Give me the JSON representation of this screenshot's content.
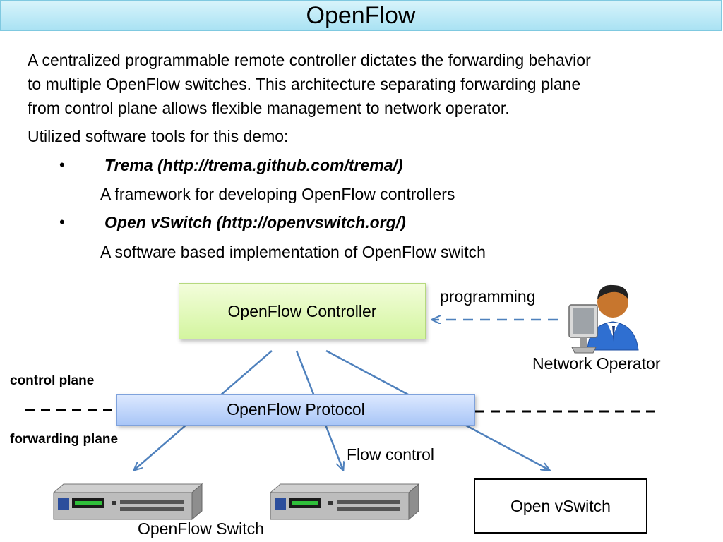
{
  "title": "OpenFlow",
  "intro": [
    "A centralized programmable remote controller dictates the forwarding behavior",
    "to multiple OpenFlow switches. This architecture separating forwarding plane",
    "from control plane allows flexible management to network operator."
  ],
  "tools_heading": "Utilized software tools for this demo:",
  "tools": [
    {
      "name": "Trema (http://trema.github.com/trema/)",
      "desc": "A framework for developing OpenFlow controllers"
    },
    {
      "name": "Open vSwitch (http://openvswitch.org/)",
      "desc": "A software based implementation of OpenFlow switch"
    }
  ],
  "diagram": {
    "controller": "OpenFlow Controller",
    "programming": "programming",
    "operator": "Network  Operator",
    "control_plane": "control plane",
    "forwarding_plane": "forwarding plane",
    "protocol": "OpenFlow Protocol",
    "flow_control": "Flow control",
    "switch_label": "OpenFlow Switch",
    "ovs": "Open vSwitch"
  },
  "colors": {
    "title_bg": "#a9e2f3",
    "controller_bg": "#d3f59f",
    "protocol_bg": "#a9c6f7",
    "arrow": "#4f81bd"
  },
  "icons": [
    "network-operator-icon",
    "network-switch-icon"
  ]
}
